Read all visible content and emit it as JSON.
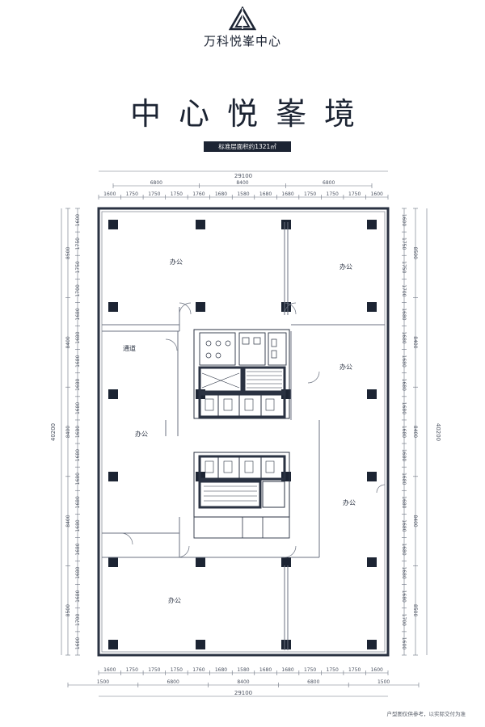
{
  "logo": {
    "brand": "万科悦峯中心",
    "mark_icon": "triangle-logo-icon"
  },
  "headline": "中心悦峯境",
  "area_badge": "标准层面积约1321㎡",
  "plan": {
    "overall_width_label": "29100",
    "overall_height_label": "40200",
    "top_groups": [
      "6800",
      "8400",
      "6800"
    ],
    "bottom_total": "29100",
    "top_segments": [
      "1600",
      "1750",
      "1750",
      "1750",
      "1760",
      "1680",
      "1580",
      "1680",
      "1680",
      "1750",
      "1750",
      "1750",
      "1600"
    ],
    "bottom_segments": [
      "1600",
      "1750",
      "1750",
      "1750",
      "1760",
      "1680",
      "1580",
      "1680",
      "1680",
      "1750",
      "1750",
      "1750",
      "1600"
    ],
    "bottom_groups": [
      "1500",
      "6800",
      "8400",
      "6800",
      "1500"
    ],
    "left_segments": [
      "1600",
      "1750",
      "1750",
      "1700",
      "1680",
      "1680",
      "1680",
      "1680",
      "1680",
      "1680",
      "1680",
      "1680",
      "1680",
      "1680",
      "1680",
      "1680",
      "1680",
      "1700",
      "1600"
    ],
    "right_segments": [
      "1600",
      "1750",
      "1750",
      "1700",
      "1680",
      "1680",
      "1680",
      "1680",
      "1680",
      "1680",
      "1680",
      "1680",
      "1680",
      "1680",
      "1680",
      "1680",
      "1680",
      "1700",
      "1600"
    ],
    "left_groups": [
      "8500",
      "8400",
      "8400",
      "8400",
      "8500"
    ],
    "right_groups": [
      "8500",
      "8400",
      "8400",
      "8400",
      "8500"
    ],
    "rooms": {
      "office_top_left": "办公",
      "office_top_right": "办公",
      "office_mid_left": "办公",
      "office_mid_right": "办公",
      "office_right_lower": "办公",
      "office_bottom": "办公",
      "corridor_label": "通道"
    }
  },
  "footnote": "户型图仅供参考，以实际交付为准",
  "colors": {
    "ink": "#1c2433",
    "line": "#6b7280",
    "column": "#1c2433",
    "wall": "#2a3242"
  }
}
